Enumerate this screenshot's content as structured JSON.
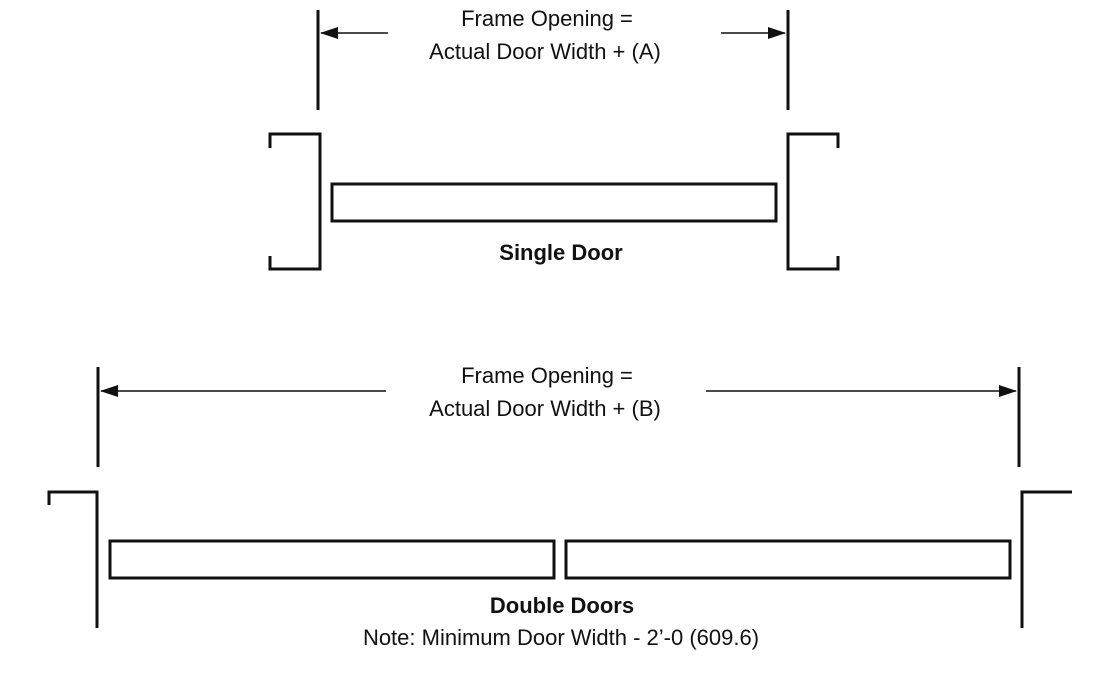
{
  "single_door": {
    "dimension_line1": "Frame Opening =",
    "dimension_line2": "Actual Door Width + (A)",
    "caption": "Single Door"
  },
  "double_doors": {
    "dimension_line1": "Frame Opening =",
    "dimension_line2": "Actual Door Width + (B)",
    "caption": "Double Doors",
    "note": "Note:  Minimum Door Width - 2’-0 (609.6)"
  }
}
